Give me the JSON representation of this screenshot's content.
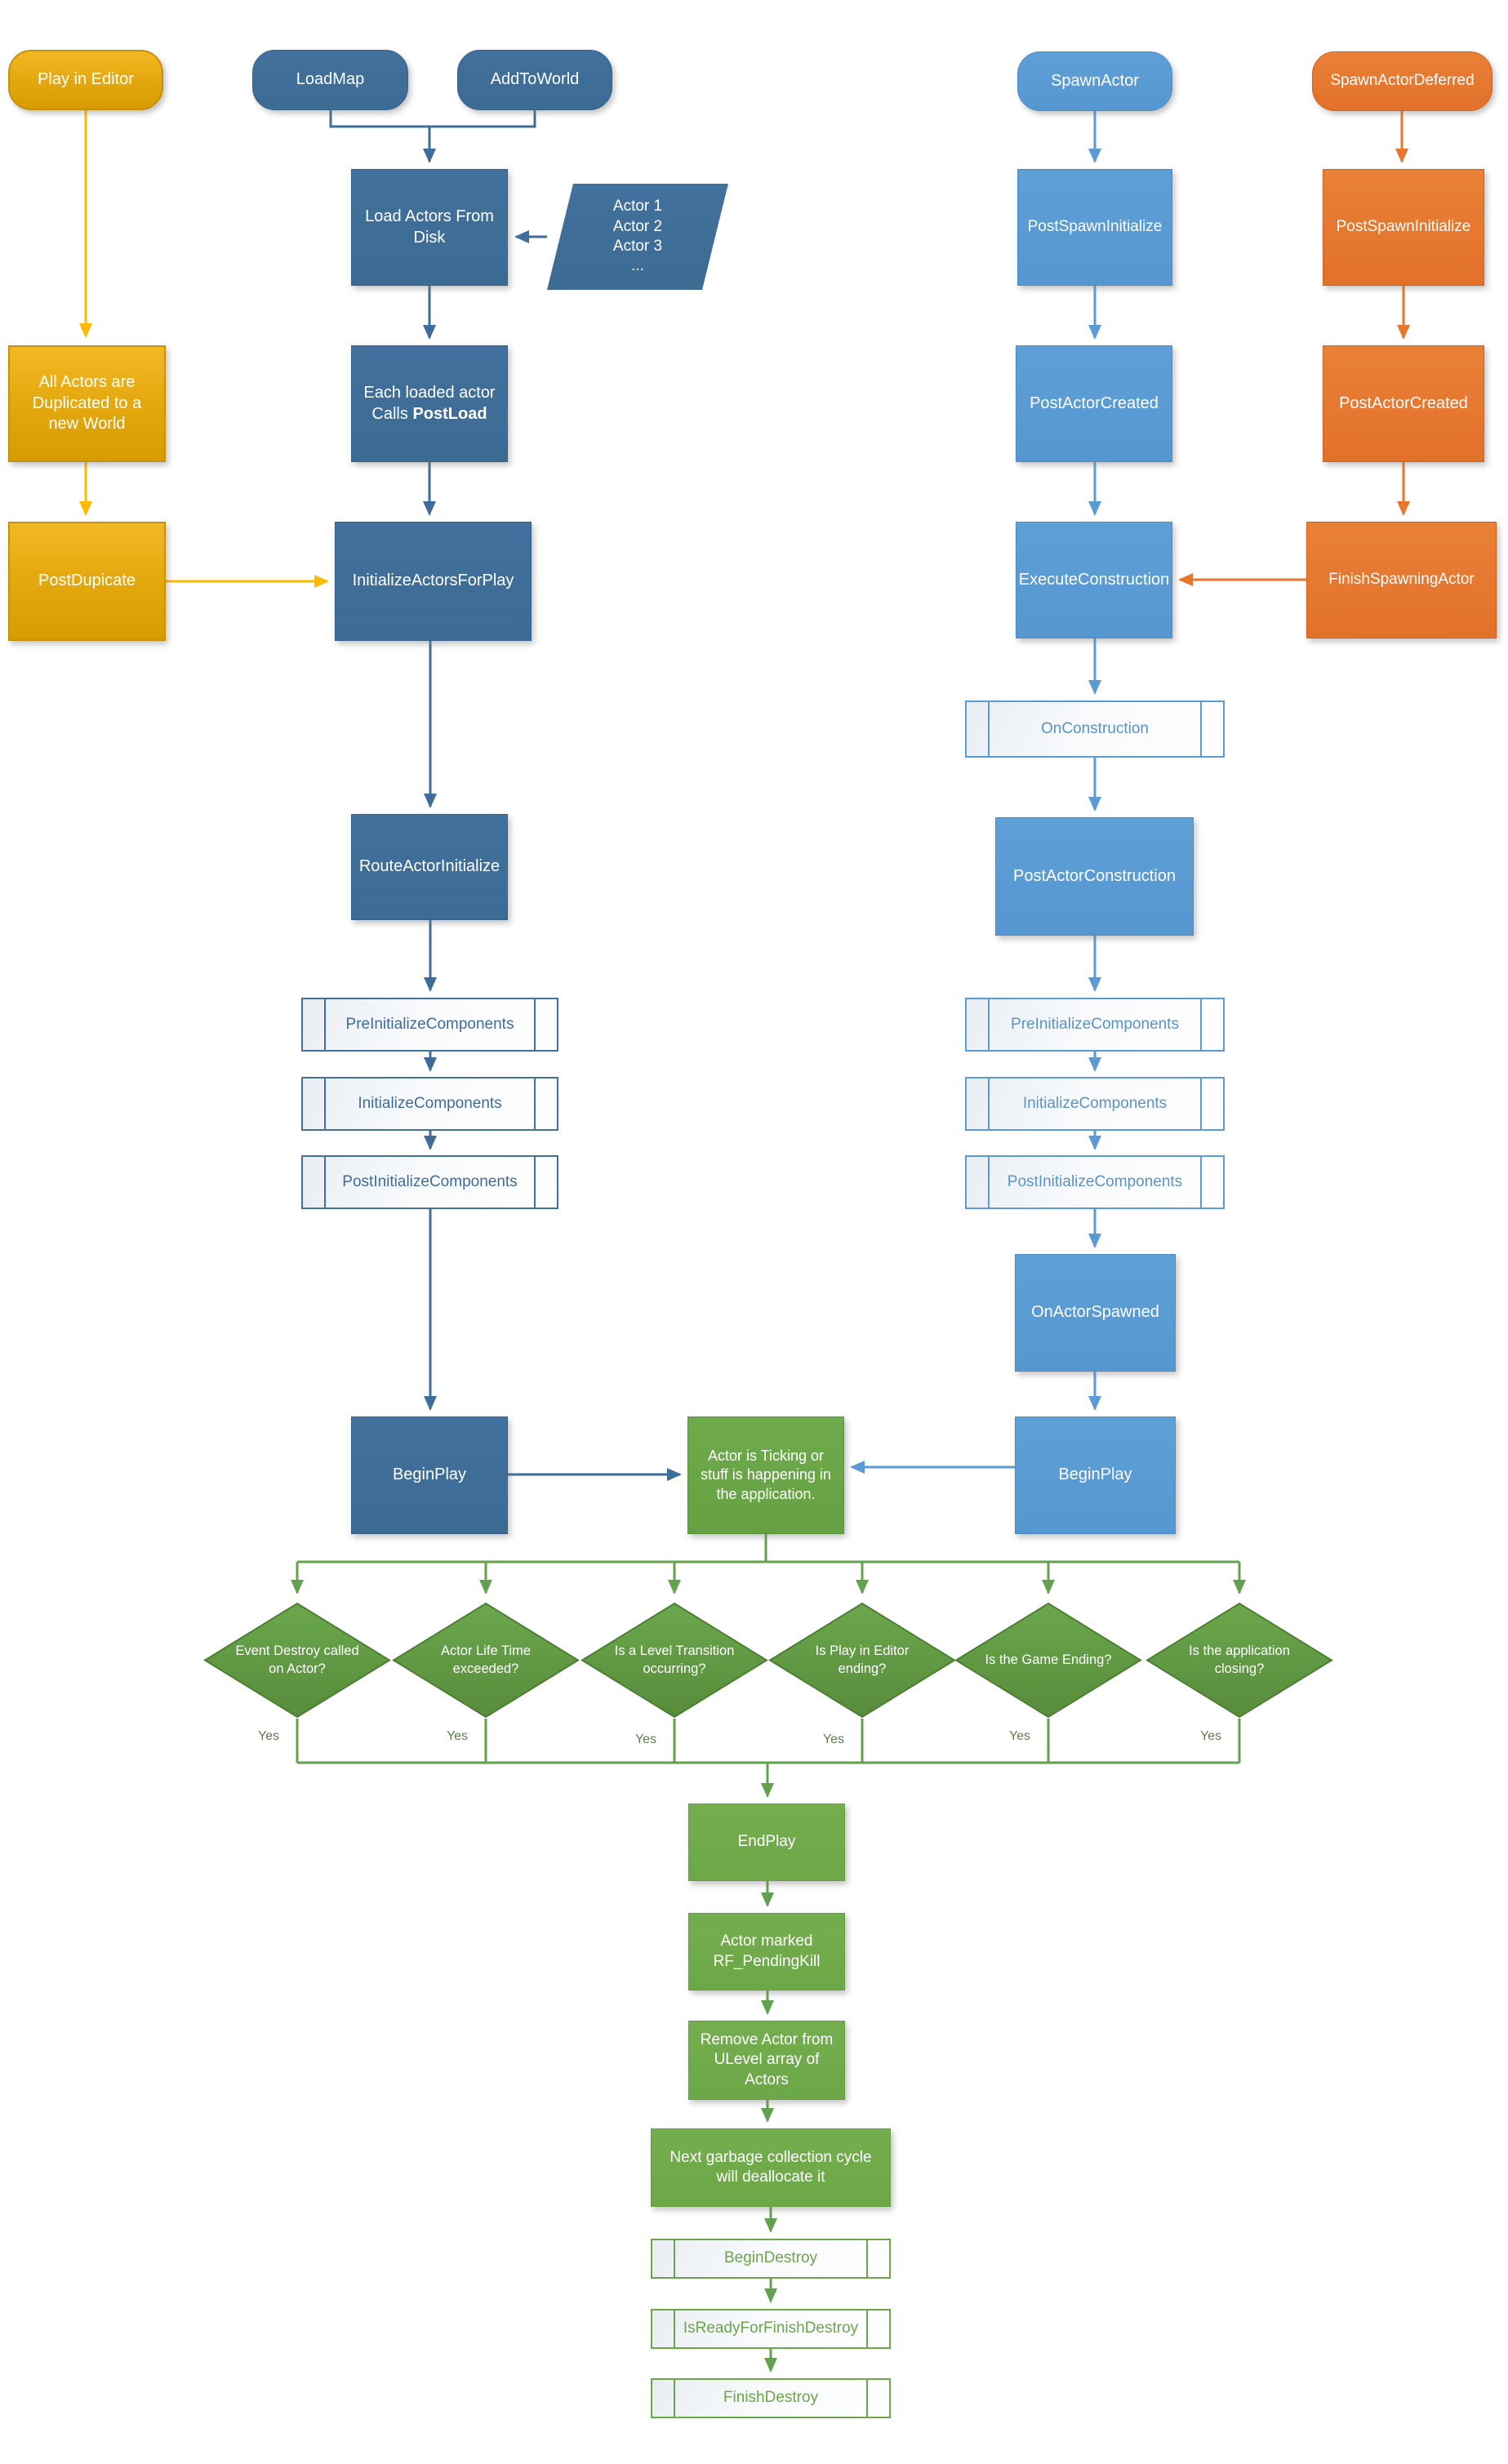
{
  "colors": {
    "gold_fill": "#E2A70D",
    "gold_arrow": "#FFB900",
    "dark_blue_fill": "#3E6D99",
    "light_blue_fill": "#5B9BD5",
    "orange_fill": "#E2712A",
    "green_fill": "#65A143",
    "green_light_fill": "#6CA847",
    "background": "#FFFFFF"
  },
  "editor_flow": {
    "start": "Play in Editor",
    "duplicate": "All Actors are Duplicated to a new World",
    "post_duplicate": "PostDupicate"
  },
  "load_flow": {
    "load_map": "LoadMap",
    "add_to_world": "AddToWorld",
    "load_actors": "Load Actors From Disk",
    "actor_list": "Actor 1\nActor 2\nActor 3\n...",
    "each_loaded_line1": "Each loaded actor",
    "each_loaded_line2_prefix": "Calls ",
    "each_loaded_bold": "PostLoad",
    "initialize_actors_for_play": "InitializeActorsForPlay",
    "route_actor_initialize": "RouteActorInitialize",
    "pre_initialize_components": "PreInitializeComponents",
    "initialize_components": "InitializeComponents",
    "post_initialize_components": "PostInitializeComponents",
    "begin_play": "BeginPlay"
  },
  "spawn_flow": {
    "start": "SpawnActor",
    "post_spawn_initialize": "PostSpawnInitialize",
    "post_actor_created": "PostActorCreated",
    "execute_construction": "ExecuteConstruction",
    "on_construction": "OnConstruction",
    "post_actor_construction": "PostActorConstruction",
    "pre_initialize_components": "PreInitializeComponents",
    "initialize_components": "InitializeComponents",
    "post_initialize_components": "PostInitializeComponents",
    "on_actor_spawned": "OnActorSpawned",
    "begin_play": "BeginPlay"
  },
  "deferred_flow": {
    "start": "SpawnActorDeferred",
    "post_spawn_initialize": "PostSpawnInitialize",
    "post_actor_created": "PostActorCreated",
    "finish_spawning_actor": "FinishSpawningActor"
  },
  "runtime": {
    "ticking": "Actor is Ticking or stuff is happening in the application.",
    "yes": "Yes",
    "decisions": [
      "Event Destroy called on Actor?",
      "Actor Life Time exceeded?",
      "Is a Level Transition occurring?",
      "Is Play in Editor ending?",
      "Is the Game Ending?",
      "Is the application closing?"
    ]
  },
  "destroy_flow": {
    "end_play": "EndPlay",
    "marked": "Actor marked\nRF_PendingKill",
    "remove": "Remove Actor from ULevel array of Actors",
    "garbage": "Next garbage collection cycle will deallocate it",
    "begin_destroy": "BeginDestroy",
    "is_ready": "IsReadyForFinishDestroy",
    "finish_destroy": "FinishDestroy"
  }
}
